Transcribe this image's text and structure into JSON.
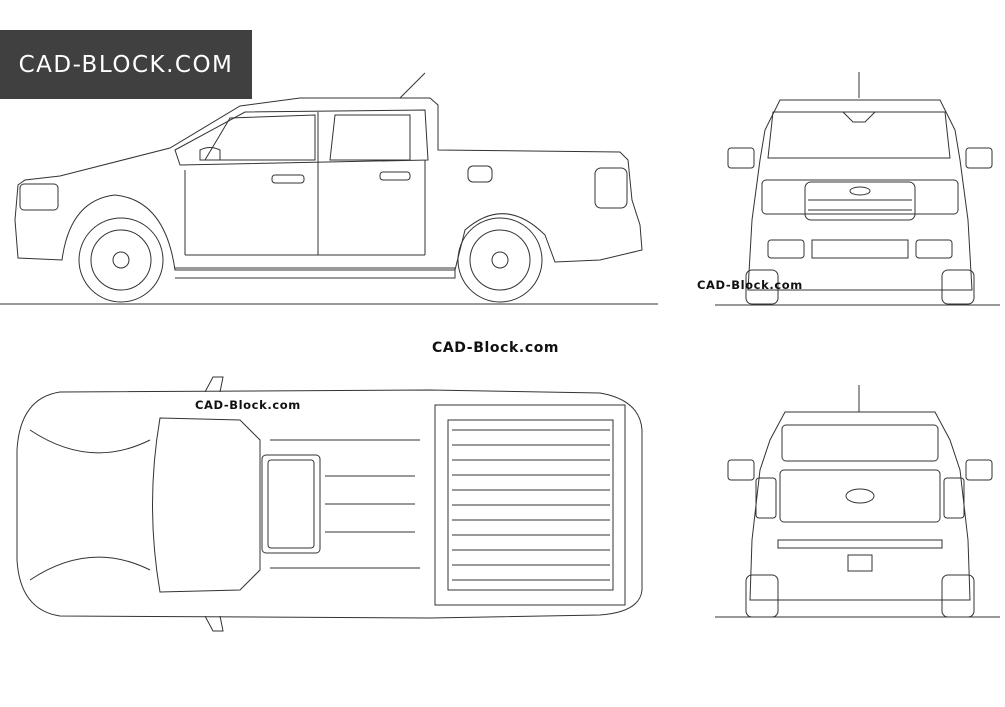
{
  "logo": {
    "text": "CAD-BLOCK.COM",
    "background": "#404040"
  },
  "watermarks": [
    "CAD-Block.com",
    "CAD-Block.com",
    "CAD-Block.com"
  ],
  "views": [
    {
      "name": "side-view"
    },
    {
      "name": "front-view"
    },
    {
      "name": "top-view"
    },
    {
      "name": "rear-view"
    }
  ]
}
